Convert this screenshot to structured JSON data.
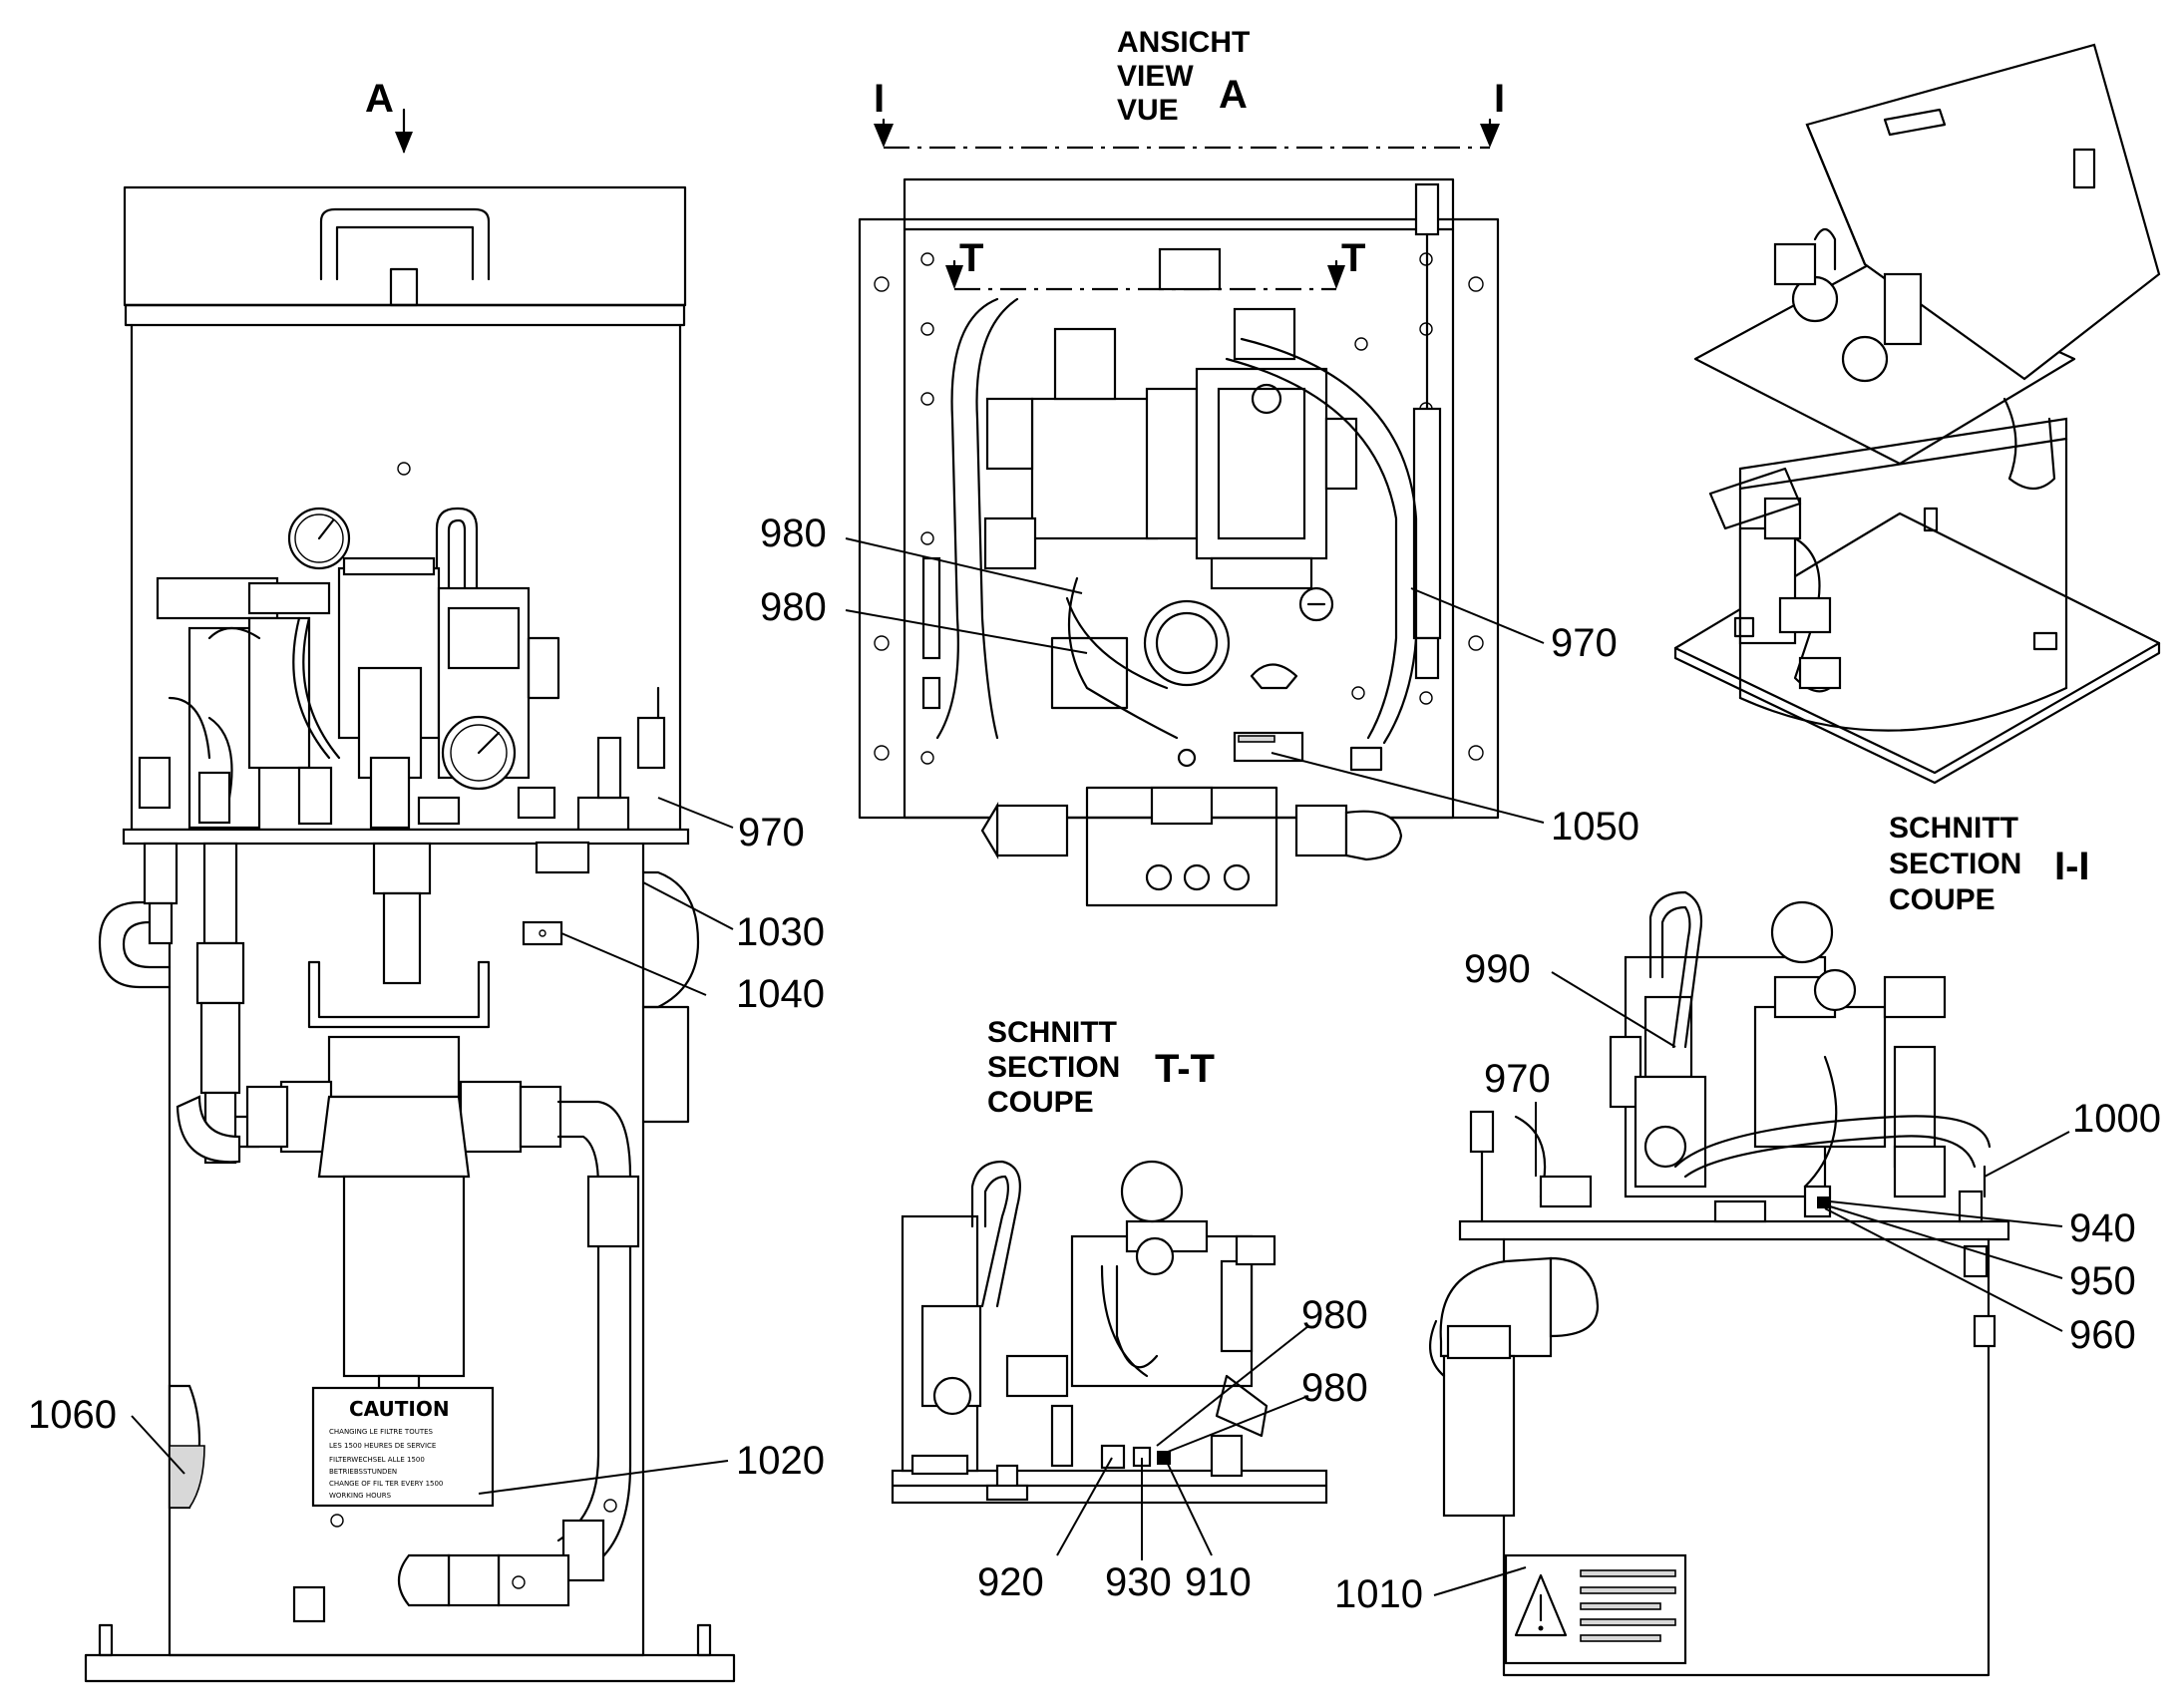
{
  "views": {
    "front": {
      "arrow_label": "A"
    },
    "top": {
      "title_lines": [
        "ANSICHT",
        "VIEW",
        "VUE"
      ],
      "letter": "A",
      "section_mark": "I",
      "inner_mark": "T"
    },
    "section_tt": {
      "title_lines": [
        "SCHNITT",
        "SECTION",
        "COUPE"
      ],
      "letter": "T-T"
    },
    "section_ii": {
      "title_lines": [
        "SCHNITT",
        "SECTION",
        "COUPE"
      ],
      "letter": "I-I"
    }
  },
  "plates": {
    "caution_title": "CAUTION",
    "caution_lines": [
      "CHANGING LE FILTRE TOUTES",
      "LES 1500 HEURES DE SERVICE",
      "FILTERWECHSEL ALLE 1500",
      "BETRIEBSSTUNDEN",
      "CHANGE OF FIL TER EVERY 1500",
      "WORKING HOURS"
    ]
  },
  "callouts": {
    "front": [
      "970",
      "1030",
      "1040",
      "1060",
      "1020"
    ],
    "top": [
      "980",
      "980",
      "970",
      "1050"
    ],
    "section_tt": [
      "980",
      "980",
      "920",
      "930",
      "910"
    ],
    "section_ii": [
      "990",
      "970",
      "1000",
      "940",
      "950",
      "960",
      "1010"
    ]
  }
}
